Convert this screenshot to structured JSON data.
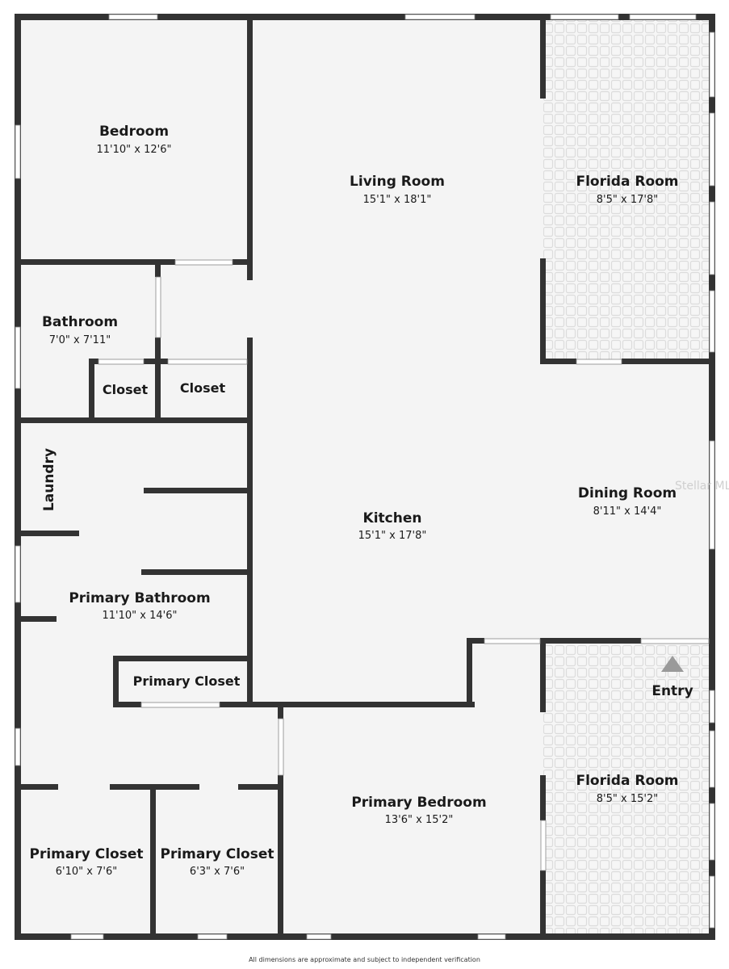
{
  "rooms": {
    "bedroom": {
      "name": "Bedroom",
      "dims": "11'10\" x 12'6\""
    },
    "living_room": {
      "name": "Living Room",
      "dims": "15'1\" x 18'1\""
    },
    "florida_room_top": {
      "name": "Florida Room",
      "dims": "8'5\" x 17'8\""
    },
    "bathroom": {
      "name": "Bathroom",
      "dims": "7'0\" x 7'11\""
    },
    "closet_a": {
      "name": "Closet"
    },
    "closet_b": {
      "name": "Closet"
    },
    "laundry": {
      "name": "Laundry"
    },
    "dining_room": {
      "name": "Dining Room",
      "dims": "8'11\" x 14'4\""
    },
    "kitchen": {
      "name": "Kitchen",
      "dims": "15'1\" x 17'8\""
    },
    "primary_bathroom": {
      "name": "Primary Bathroom",
      "dims": "11'10\" x 14'6\""
    },
    "primary_closet_small": {
      "name": "Primary Closet"
    },
    "entry": {
      "name": "Entry"
    },
    "florida_room_bottom": {
      "name": "Florida Room",
      "dims": "8'5\" x 15'2\""
    },
    "primary_bedroom": {
      "name": "Primary Bedroom",
      "dims": "13'6\" x 15'2\""
    },
    "primary_closet_1": {
      "name": "Primary Closet",
      "dims": "6'10\" x 7'6\""
    },
    "primary_closet_2": {
      "name": "Primary Closet",
      "dims": "6'3\" x 7'6\""
    }
  },
  "watermark": "Stellar MLS",
  "footer": "All dimensions are approximate and subject to independent verification",
  "colors": {
    "wall": "#333333",
    "floor": "#f4f4f4",
    "tile": "#e2e2e2"
  }
}
